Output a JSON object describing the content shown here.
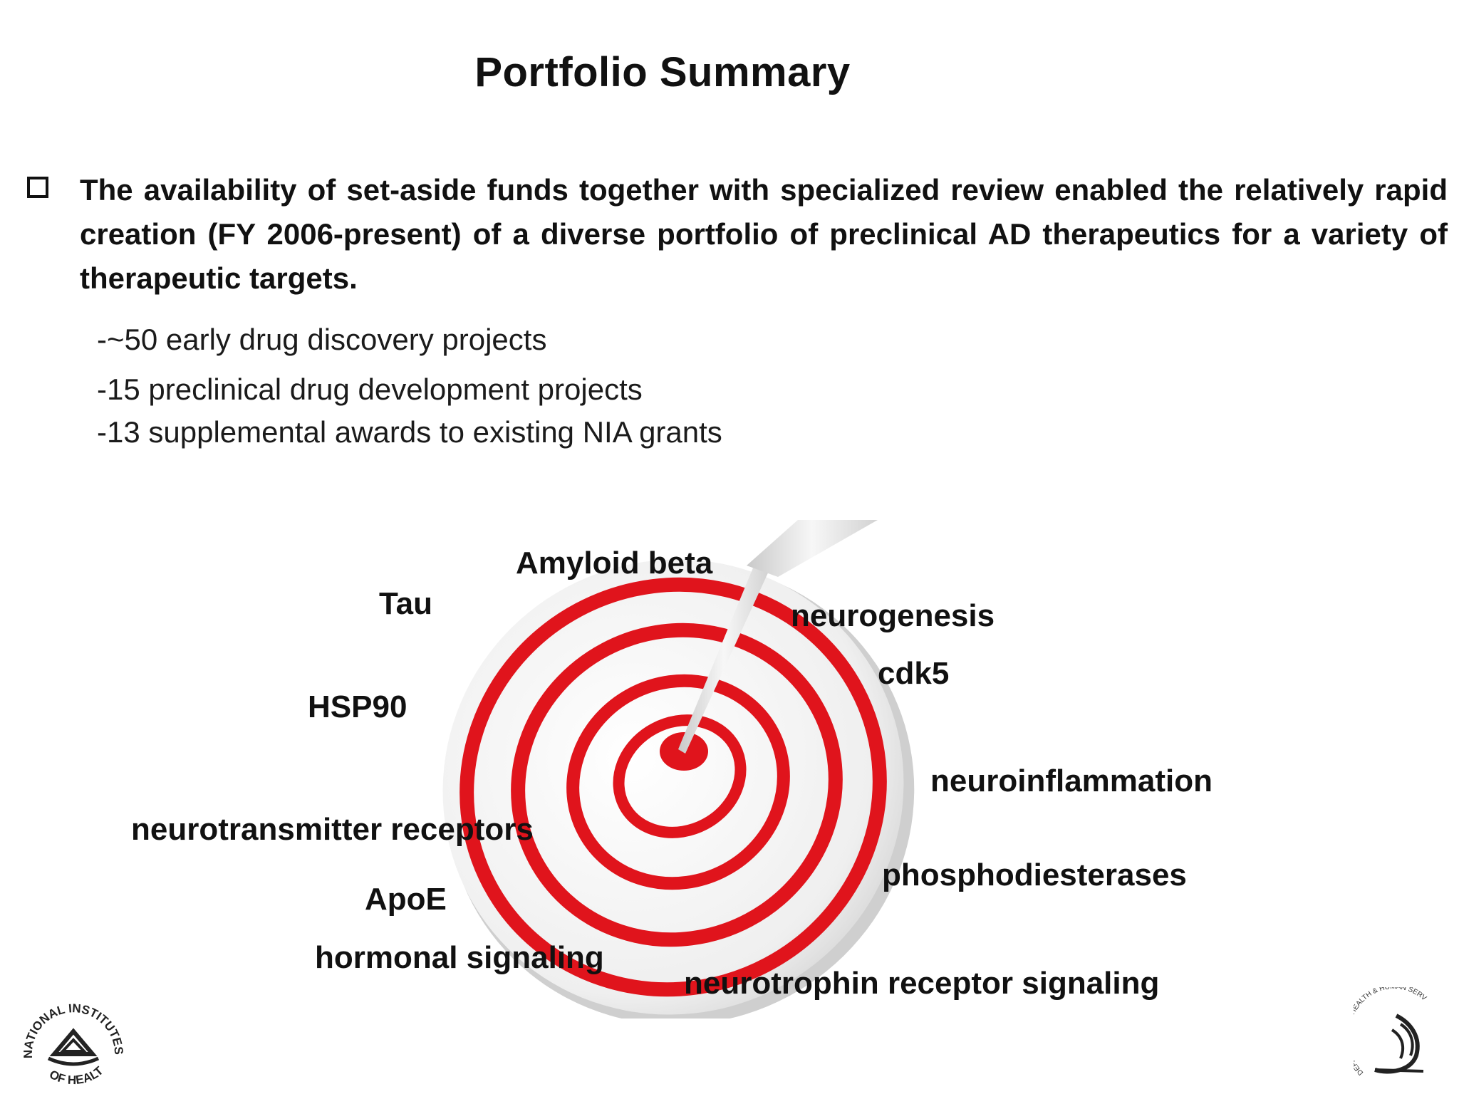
{
  "slide": {
    "title": "Portfolio Summary",
    "bullet": "The availability of set-aside funds together with specialized review enabled the relatively rapid creation (FY 2006-present) of a diverse portfolio of preclinical AD therapeutics for a variety of therapeutic targets.",
    "sub_items": [
      "-~50 early drug discovery projects",
      "-15 preclinical drug development projects",
      "-13 supplemental awards to existing NIA grants"
    ],
    "target_labels": {
      "amyloid_beta": "Amyloid beta",
      "tau": "Tau",
      "neurogenesis": "neurogenesis",
      "cdk5": "cdk5",
      "hsp90": "HSP90",
      "neuroinflammation": "neuroinflammation",
      "neurotransmitter_receptors": "neurotransmitter receptors",
      "phosphodiesterases": "phosphodiesterases",
      "apoe": "ApoE",
      "hormonal_signaling": "hormonal signaling",
      "neurotrophin_receptor_signaling": "neurotrophin receptor signaling"
    },
    "logos": {
      "nih_seal_text": "NATIONAL INSTITUTES OF HEALTH",
      "hhs_seal_text": "DEPARTMENT OF HEALTH & HUMAN SERVICES USA"
    },
    "colors": {
      "target_red": "#e0141c",
      "target_face": "#f4f4f4",
      "dart": "#e8e8e8"
    }
  }
}
